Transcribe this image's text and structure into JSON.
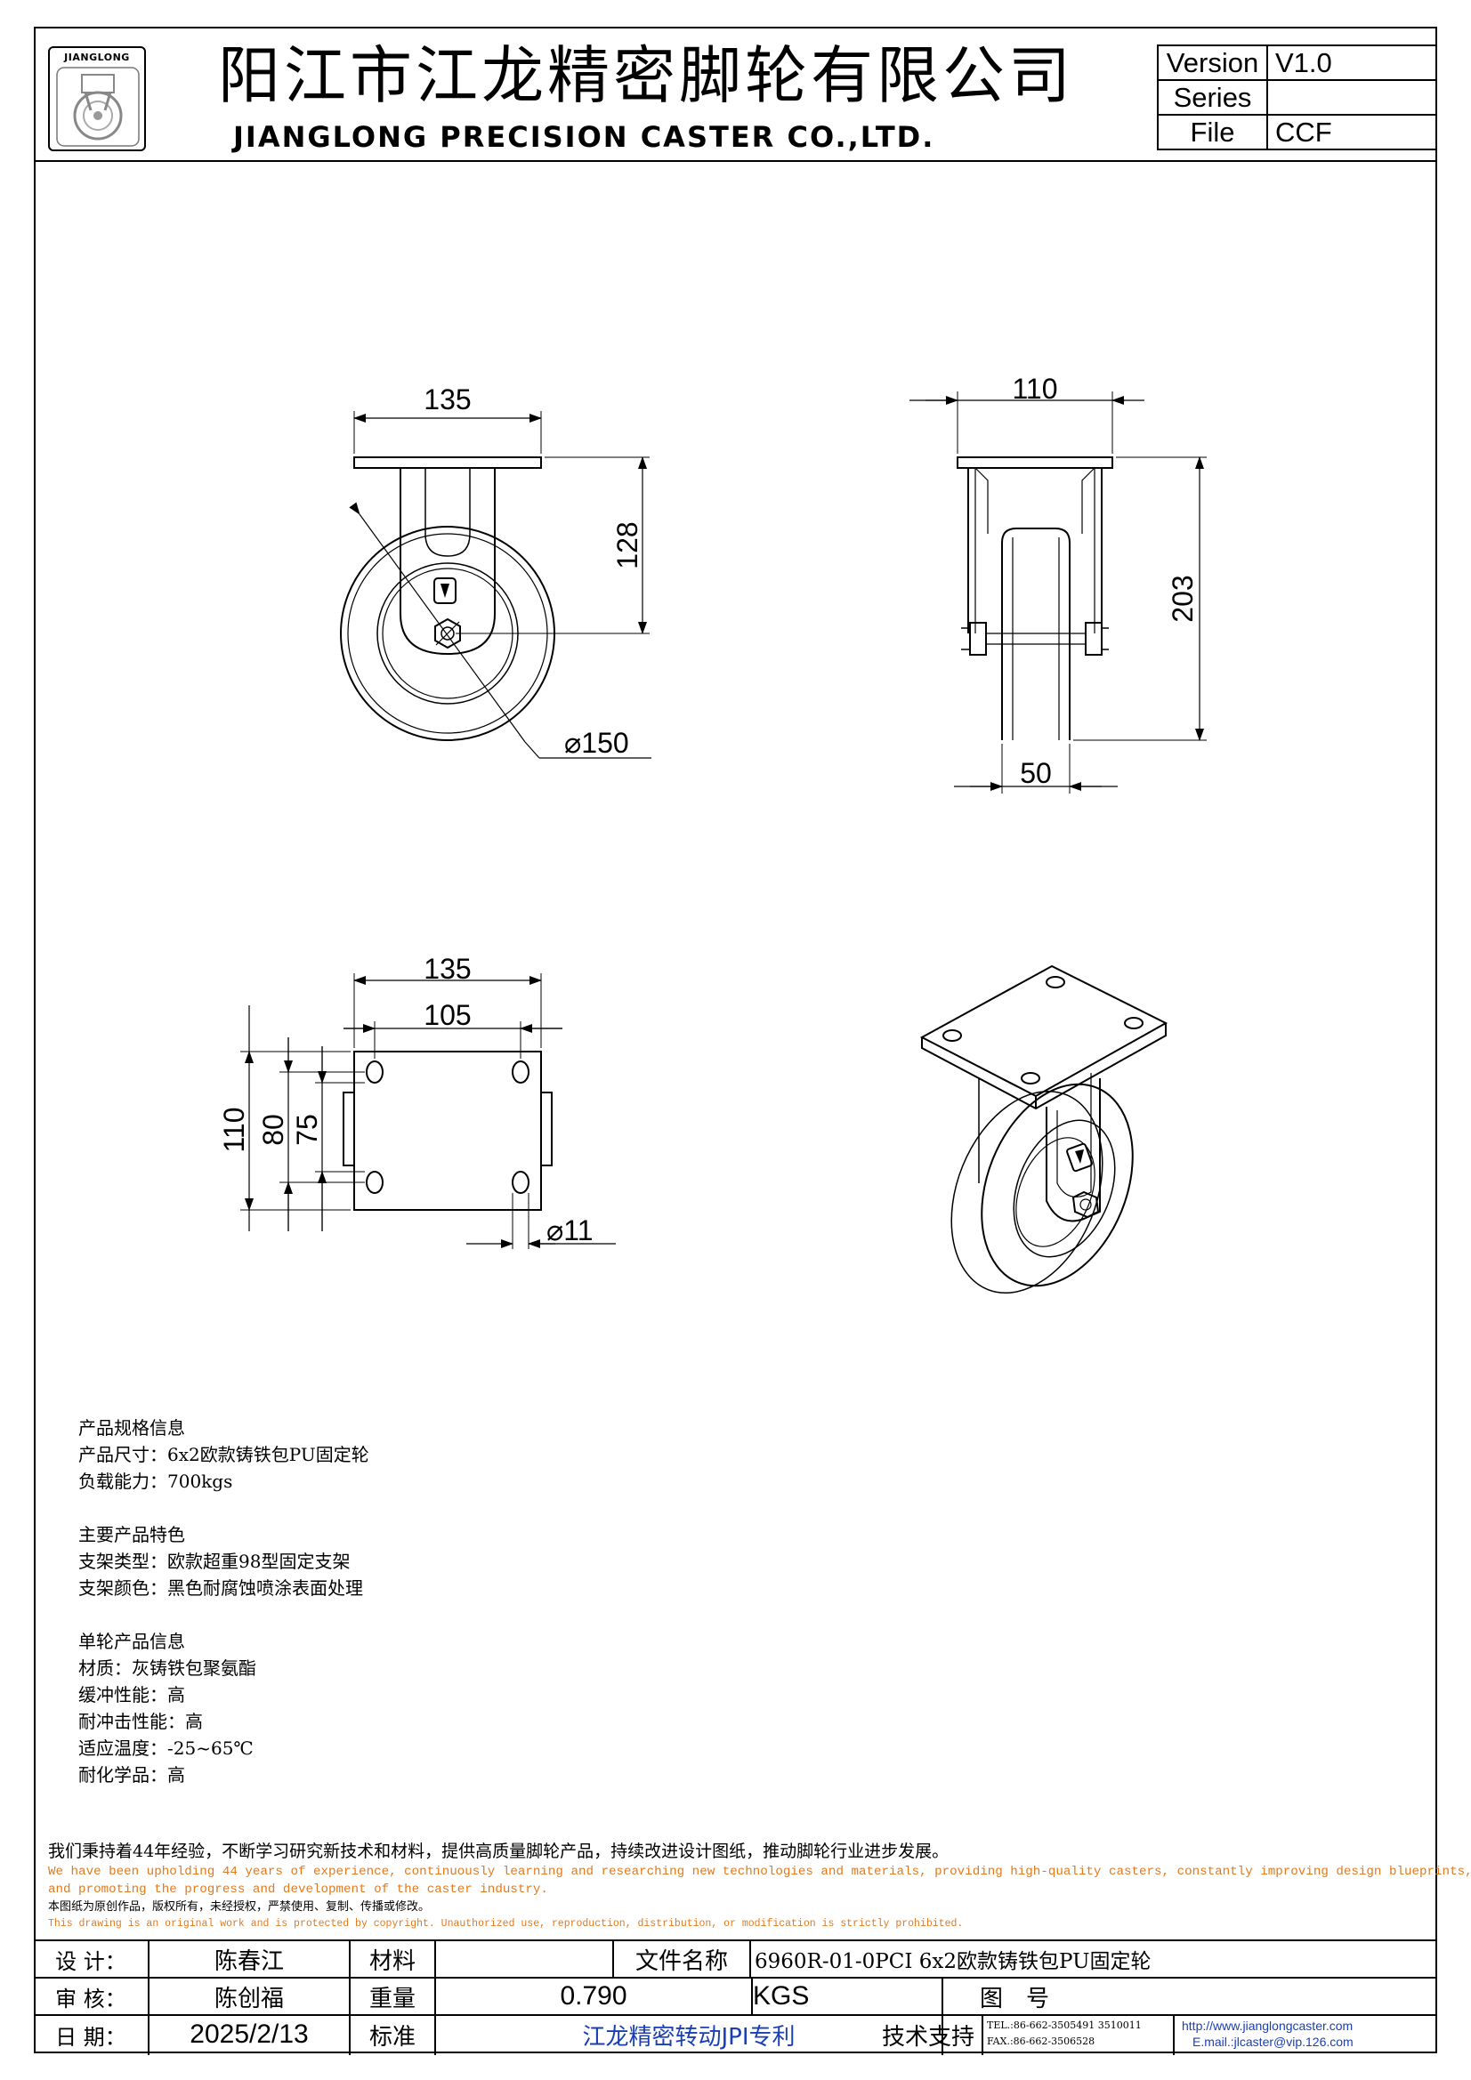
{
  "header": {
    "logo_text": "JIANGLONG",
    "title_cn": "阳江市江龙精密脚轮有限公司",
    "title_en": "JIANGLONG PRECISION CASTER CO.,LTD.",
    "version_label": "Version",
    "version_value": "V1.0",
    "series_label": "Series",
    "series_value": "",
    "file_label": "File",
    "file_value": "CCF"
  },
  "dimensions": {
    "side_width": "135",
    "side_height": "128",
    "wheel_diameter": "⌀150",
    "front_width": "110",
    "front_height": "203",
    "wheel_width": "50",
    "plate_width": "135",
    "hole_spacing_x": "105",
    "plate_length": "110",
    "hole_spacing_y_outer": "80",
    "hole_spacing_y_inner": "75",
    "hole_diameter": "⌀11"
  },
  "spec": {
    "heading1": "产品规格信息",
    "size": "产品尺寸：6x2欧款铸铁包PU固定轮",
    "load": "负载能力：700kgs",
    "heading2": "主要产品特色",
    "bracket_type": "支架类型：欧款超重98型固定支架",
    "bracket_color": "支架颜色：黑色耐腐蚀喷涂表面处理",
    "heading3": "单轮产品信息",
    "material": "材质：灰铸铁包聚氨酯",
    "cushion": "缓冲性能：高",
    "impact": "耐冲击性能：高",
    "temp": "适应温度：-25~65℃",
    "chem": "耐化学品：高"
  },
  "notes": {
    "cn": "我们秉持着44年经验，不断学习研究新技术和材料，提供高质量脚轮产品，持续改进设计图纸，推动脚轮行业进步发展。",
    "en1": "We have been upholding 44 years of experience, continuously learning and researching new technologies and materials, providing high-quality casters, constantly improving design blueprints,",
    "en2": "and promoting the progress and development of the caster industry.",
    "cn2": "本图纸为原创作品，版权所有，未经授权，严禁使用、复制、传播或修改。",
    "en3": "This drawing is an original work and is protected by copyright. Unauthorized use, reproduction, distribution, or modification is strictly prohibited."
  },
  "footer": {
    "design_label": "设 计：",
    "design_value": "陈春江",
    "material_label": "材料",
    "material_value": "",
    "filename_label": "文件名称",
    "filename_value": "6960R-01-0PCI 6x2欧款铸铁包PU固定轮",
    "review_label": "审 核：",
    "review_value": "陈创福",
    "weight_label": "重量",
    "weight_value": "0.790",
    "weight_unit": "KGS",
    "drawing_no_label": "图　号",
    "drawing_no_value": "",
    "date_label": "日 期：",
    "date_value": "2025/2/13",
    "standard_label": "标准",
    "standard_value": "江龙精密转动JPI专利",
    "support_label": "技术支持",
    "tel": "TEL.:86-662-3505491 3510011",
    "fax": "FAX.:86-662-3506528",
    "website": "http://www.jianglongcaster.com",
    "email": "E.mail.:jlcaster@vip.126.com"
  },
  "colors": {
    "line": "#000000",
    "note_en": "#e07a1f",
    "standard_text": "#1a3fb5",
    "link_text": "#1a3fb5"
  }
}
